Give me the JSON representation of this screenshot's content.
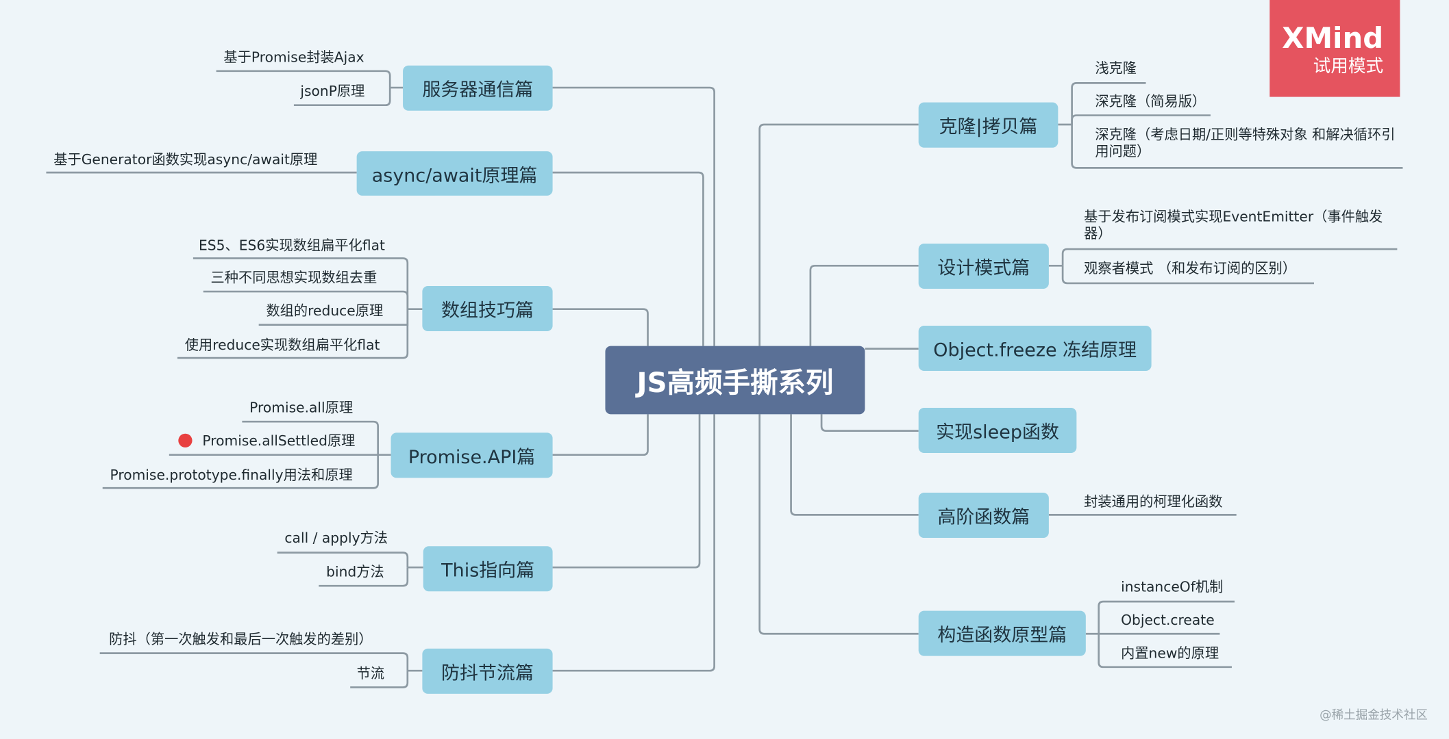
{
  "brand": {
    "name": "XMind",
    "mode": "试用模式",
    "color": "#e5545f"
  },
  "watermark": "@稀土掘金技术社区",
  "central": {
    "label": "JS高频手撕系列"
  },
  "colors": {
    "central": "#5a7096",
    "topic": "#95d0e4",
    "line": "#8d9aa3",
    "background": "#eef5f9",
    "marker": "#e84040"
  },
  "topics": [
    {
      "label": "服务器通信篇",
      "children": [
        "基于Promise封装Ajax",
        "jsonP原理"
      ]
    },
    {
      "label": "async/await原理篇",
      "children": [
        "基于Generator函数实现async/await原理"
      ]
    },
    {
      "label": "数组技巧篇",
      "children": [
        "ES5、ES6实现数组扁平化flat",
        "三种不同思想实现数组去重",
        "数组的reduce原理",
        "使用reduce实现数组扁平化flat"
      ]
    },
    {
      "label": "Promise.API篇",
      "children": [
        "Promise.all原理",
        "Promise.allSettled原理",
        "Promise.prototype.finally用法和原理"
      ]
    },
    {
      "label": "This指向篇",
      "children": [
        "call / apply方法",
        "bind方法"
      ]
    },
    {
      "label": "防抖节流篇",
      "children": [
        "防抖（第一次触发和最后一次触发的差别）",
        "节流"
      ]
    },
    {
      "label": "克隆|拷贝篇",
      "children": [
        "浅克隆",
        "深克隆（简易版）",
        "深克隆（考虑日期/正则等特殊对象 和解决循环引用问题）"
      ]
    },
    {
      "label": "设计模式篇",
      "children": [
        "基于发布订阅模式实现EventEmitter（事件触发器）",
        "观察者模式 （和发布订阅的区别）"
      ]
    },
    {
      "label": "Object.freeze 冻结原理",
      "children": []
    },
    {
      "label": "实现sleep函数",
      "children": []
    },
    {
      "label": "高阶函数篇",
      "children": [
        "封装通用的柯理化函数"
      ]
    },
    {
      "label": "构造函数原型篇",
      "children": [
        "instanceOf机制",
        "Object.create",
        "内置new的原理"
      ]
    }
  ]
}
